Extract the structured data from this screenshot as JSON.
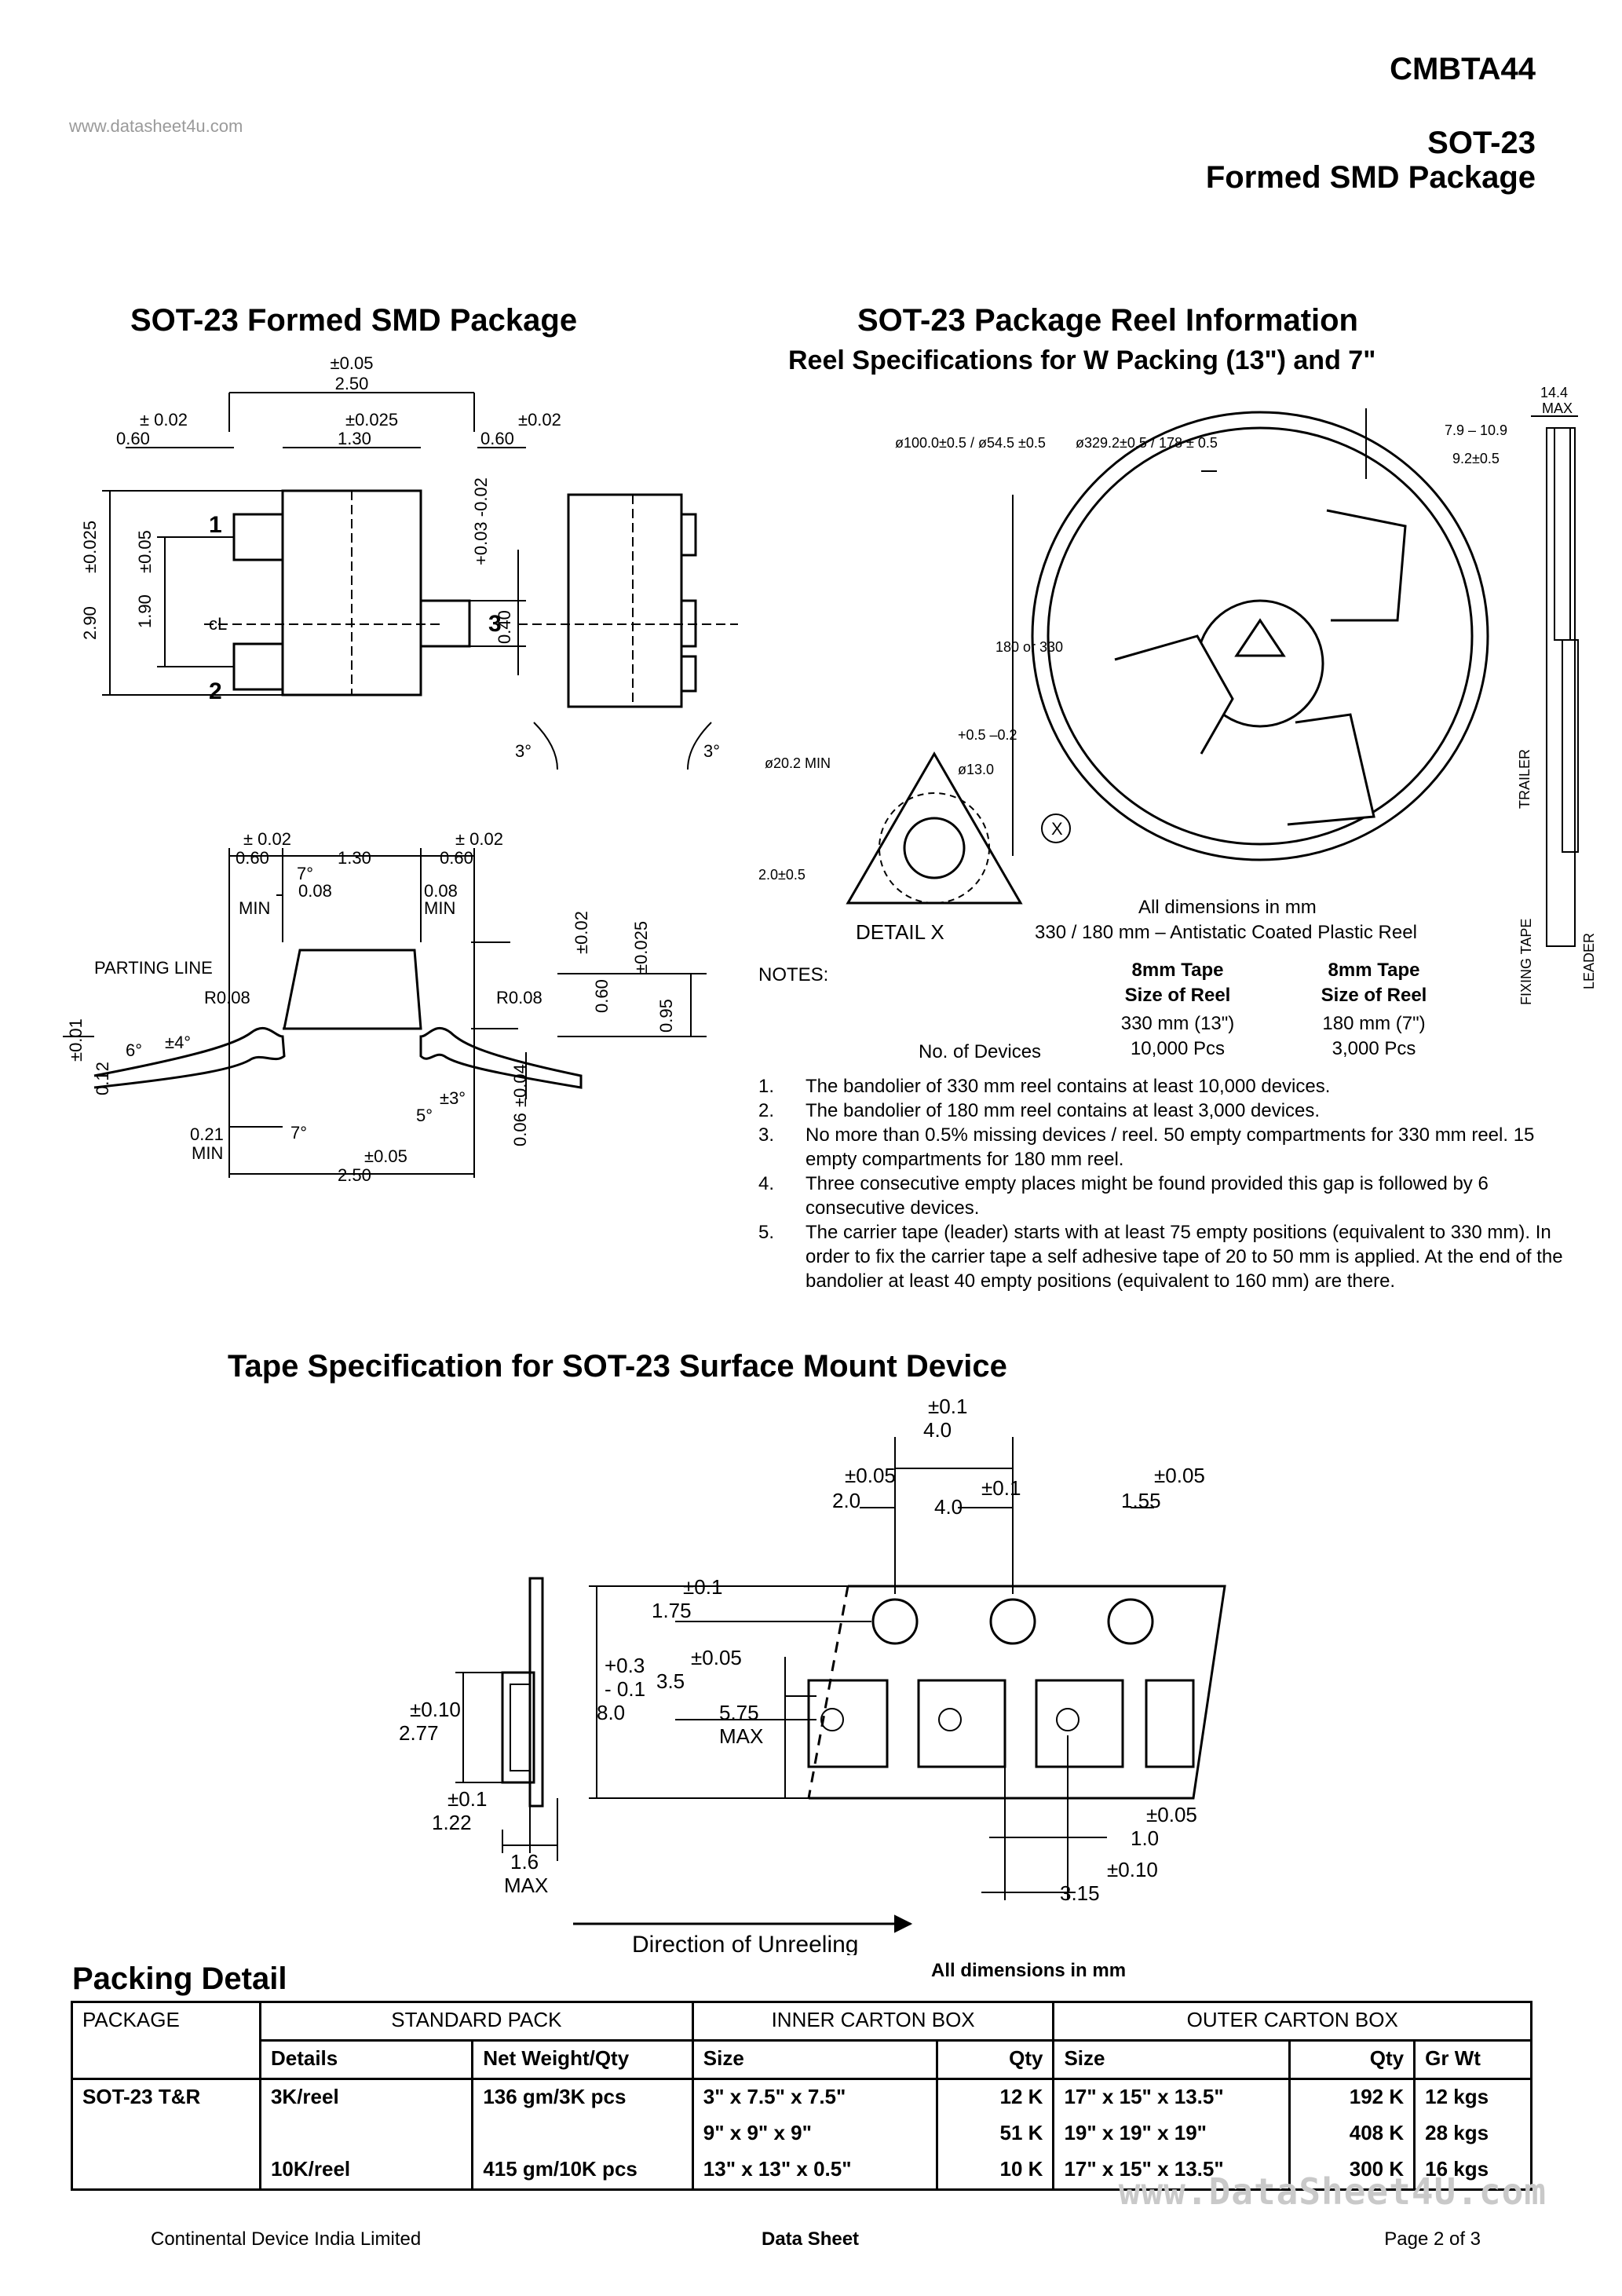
{
  "watermark_top": "www.datasheet4u.com",
  "header": {
    "part": "CMBTA44",
    "package": "SOT-23",
    "package_desc": "Formed SMD Package"
  },
  "left_section": {
    "title": "SOT-23 Formed SMD Package",
    "dims": {
      "d250_tol": "±0.05",
      "d250": "2.50",
      "d060_tol": "± 0.02",
      "d060": "0.60",
      "d130_tol": "±0.025",
      "d130": "1.30",
      "d060r_tol": "±0.02",
      "d060r": "0.60",
      "d290": "2.90",
      "d290_tol": "±0.025",
      "d190": "1.90",
      "d190_tol": "±0.05",
      "d040": "0.40",
      "d040_tol": "+0.03 -0.02",
      "cl": "cL",
      "pin1": "1",
      "pin2": "2",
      "pin3": "3",
      "deg3": "3°"
    },
    "side": {
      "d060a_tol": "± 0.02",
      "d060a": "0.60",
      "d130": "1.30",
      "d060b_tol": "± 0.02",
      "d060b": "0.60",
      "d008a": "0.08",
      "min": "MIN",
      "d008b": "0.08",
      "parting": "PARTING LINE",
      "r008a": "R0.08",
      "r008b": "R0.08",
      "deg7": "7°",
      "deg6": "6°",
      "deg4": "±4°",
      "deg5": "5°",
      "deg3": "±3°",
      "d012": "0.12",
      "d001": "±0.01",
      "d021": "0.21",
      "d250_tol": "±0.05",
      "d250": "2.50",
      "d060v": "0.60",
      "d060v_tol": "±0.02",
      "d095": "0.95",
      "d095_tol": "±0.025",
      "d006": "0.06",
      "d006_tol": "±0.04"
    }
  },
  "reel_section": {
    "title": "SOT-23 Package Reel Information",
    "subtitle": "Reel Specifications for W Packing (13\") and 7\"",
    "labels": {
      "hub": "ø100.0±0.5 / ø54.5 ±0.5",
      "outer": "ø329.2±0.5 / 178 ± 0.5",
      "dia": "180 or 330",
      "w144": "14.4",
      "max": "MAX",
      "w79": "7.9 – 10.9",
      "w92": "9.2±0.5",
      "d202": "ø20.2 MIN",
      "d130": "ø13.0",
      "tol": "+0.5 –0.2",
      "d20": "2.0±0.5",
      "detail": "DETAIL X",
      "x": "X",
      "trailer": "TRAILER",
      "leader": "LEADER",
      "fixing": "FIXING TAPE"
    },
    "all_dims": "All dimensions in mm",
    "reel_type": "330 / 180 mm – Antistatic Coated Plastic Reel",
    "notes_label": "NOTES:",
    "col1_h1": "8mm Tape",
    "col1_h2": "Size of Reel",
    "col2_h1": "8mm Tape",
    "col2_h2": "Size of Reel",
    "col1_size": "330 mm (13\")",
    "col2_size": "180 mm (7\")",
    "devices_label": "No. of Devices",
    "col1_qty": "10,000 Pcs",
    "col2_qty": "3,000 Pcs",
    "notes": [
      {
        "n": "1.",
        "t": "The bandolier of 330 mm reel contains at least 10,000 devices."
      },
      {
        "n": "2.",
        "t": "The bandolier of 180 mm reel contains at least 3,000 devices."
      },
      {
        "n": "3.",
        "t": "No more than 0.5% missing devices / reel. 50 empty compartments for 330 mm reel. 15 empty compartments for 180 mm reel."
      },
      {
        "n": "4.",
        "t": "Three consecutive empty places might be found provided this gap is followed by 6 consecutive devices."
      },
      {
        "n": "5.",
        "t": "The carrier tape (leader) starts with at least 75 empty positions (equivalent to 330 mm). In order to fix the carrier tape a self adhesive tape of 20 to 50 mm is applied. At the end of the bandolier at least 40 empty positions (equivalent to 160 mm) are there."
      }
    ]
  },
  "tape_section": {
    "title": "Tape Specification for SOT-23 Surface Mount Device",
    "dims": {
      "p40_tol": "±0.1",
      "p40": "4.0",
      "p20_tol": "±0.05",
      "p20": "2.0",
      "p40b": "4.0",
      "p40b_tol": "±0.1",
      "p155_tol": "±0.05",
      "p155": "1.55",
      "e175_tol": "±0.1",
      "e175": "1.75",
      "w80_tol1": "+0.3",
      "w80_tol2": "- 0.1",
      "w80": "8.0",
      "f35_tol": "±0.05",
      "f35": "3.5",
      "k575": "5.75",
      "k_max": "MAX",
      "t277_tol": "±0.10",
      "t277": "2.77",
      "t122_tol": "±0.1",
      "t122": "1.22",
      "t16": "1.6",
      "t16_max": "MAX",
      "d10_tol": "±0.05",
      "d10": "1.0",
      "d315_tol": "±0.10",
      "d315": "3.15"
    },
    "direction": "Direction of Unreeling",
    "all_dims": "All dimensions in mm"
  },
  "packing": {
    "title": "Packing Detail",
    "groups": [
      "PACKAGE",
      "STANDARD PACK",
      "INNER CARTON BOX",
      "OUTER CARTON BOX"
    ],
    "columns": [
      "Details",
      "Net Weight/Qty",
      "Size",
      "Qty",
      "Size",
      "Qty",
      "Gr Wt"
    ],
    "rows": [
      [
        "SOT-23 T&R",
        "3K/reel",
        "136 gm/3K pcs",
        "3\" x 7.5\" x 7.5\"",
        "12 K",
        "17\" x 15\" x 13.5\"",
        "192 K",
        "12 kgs"
      ],
      [
        "",
        "",
        "",
        "9\" x 9\" x 9\"",
        "51 K",
        "19\" x 19\" x 19\"",
        "408 K",
        "28 kgs"
      ],
      [
        "",
        "10K/reel",
        "415 gm/10K pcs",
        "13\" x 13\" x 0.5\"",
        "10 K",
        "17\" x 15\" x 13.5\"",
        "300 K",
        "16 kgs"
      ]
    ]
  },
  "footer": {
    "company": "Continental Device India Limited",
    "doc": "Data Sheet",
    "page": "Page 2 of 3"
  },
  "watermark_bottom": "www.DataSheet4U.com"
}
